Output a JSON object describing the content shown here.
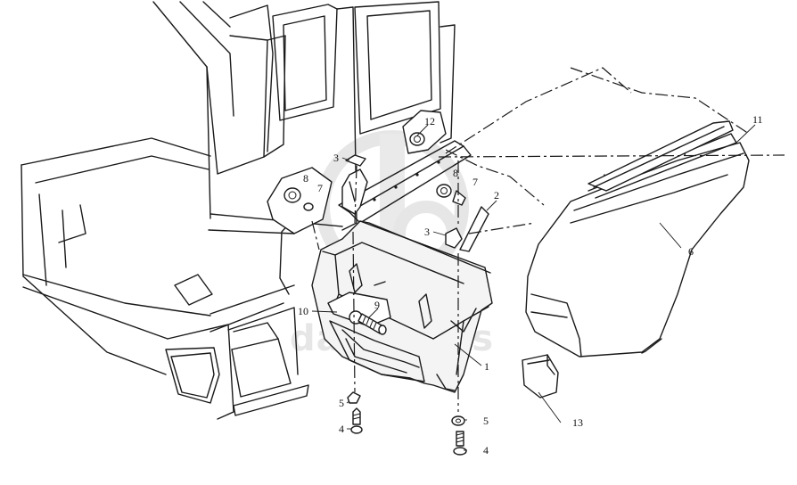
{
  "diagram": {
    "callouts": [
      {
        "id": "c1",
        "label": "1"
      },
      {
        "id": "c2",
        "label": "2"
      },
      {
        "id": "c3a",
        "label": "3"
      },
      {
        "id": "c3b",
        "label": "3"
      },
      {
        "id": "c4a",
        "label": "4"
      },
      {
        "id": "c4b",
        "label": "4"
      },
      {
        "id": "c5a",
        "label": "5"
      },
      {
        "id": "c5b",
        "label": "5"
      },
      {
        "id": "c6",
        "label": "6"
      },
      {
        "id": "c7a",
        "label": "7"
      },
      {
        "id": "c7b",
        "label": "7"
      },
      {
        "id": "c8a",
        "label": "8"
      },
      {
        "id": "c8b",
        "label": "8"
      },
      {
        "id": "c9",
        "label": "9"
      },
      {
        "id": "c10",
        "label": "10"
      },
      {
        "id": "c11",
        "label": "11"
      },
      {
        "id": "c12",
        "label": "12"
      },
      {
        "id": "c13",
        "label": "13"
      }
    ]
  },
  "watermark": {
    "text": "dataparts",
    "color": "#d2d2d2"
  },
  "colors": {
    "line": "#1a1a1a",
    "background": "#ffffff"
  }
}
